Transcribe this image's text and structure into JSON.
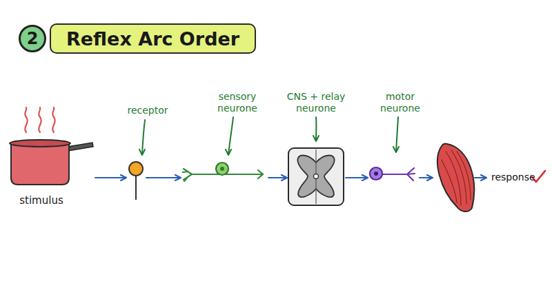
{
  "diagram": {
    "title": "Reflex Arc Order",
    "nodes": [
      {
        "text": [
          "stimulus"
        ]
      },
      {
        "text": [
          "receptor"
        ]
      },
      {
        "text": [
          "sensory neurone"
        ]
      },
      {
        "text": [
          "CNS + relay neurone"
        ]
      },
      {
        "text": [
          "motor neurone"
        ]
      }
    ],
    "edges": [
      {
        "from": 0,
        "to": 1,
        "arrow": "to"
      },
      {
        "from": 1,
        "to": 2,
        "arrow": "to"
      },
      {
        "from": 2,
        "to": 3,
        "arrow": "to"
      },
      {
        "from": 3,
        "to": 4,
        "arrow": "to"
      }
    ],
    "labels": [
      "2",
      "response"
    ]
  }
}
